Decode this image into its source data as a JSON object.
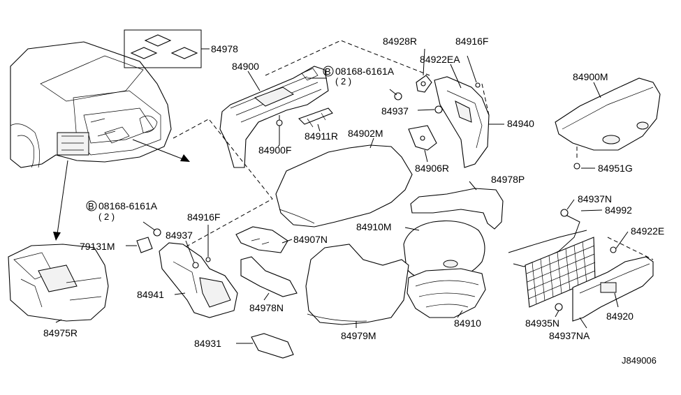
{
  "labels": {
    "p84978": "84978",
    "p84900": "84900",
    "b08168a": "08168-6161A",
    "b08168a_qty": "( 2 )",
    "p84928R": "84928R",
    "p84916F_top": "84916F",
    "p84922EA": "84922EA",
    "p84937_top": "84937",
    "p84940": "84940",
    "p84900M": "84900M",
    "p84951G": "84951G",
    "p84900F": "84900F",
    "p84911R": "84911R",
    "p84902M": "84902M",
    "p84906R": "84906R",
    "p84978P": "84978P",
    "p84937N": "84937N",
    "p84992": "84992",
    "p84922E": "84922E",
    "b08168b": "08168-6161A",
    "b08168b_qty": "( 2 )",
    "p84916F_left": "84916F",
    "p84937_left": "84937",
    "p79131M": "79131M",
    "p84907N": "84907N",
    "p84910M": "84910M",
    "p84941": "84941",
    "p84978N": "84978N",
    "p84910": "84910",
    "p84935N": "84935N",
    "p84920": "84920",
    "p84937NA": "84937NA",
    "p84975R": "84975R",
    "p84979M": "84979M",
    "p84931": "84931",
    "diagram_id": "J849006",
    "bolt_symbol": "B"
  }
}
